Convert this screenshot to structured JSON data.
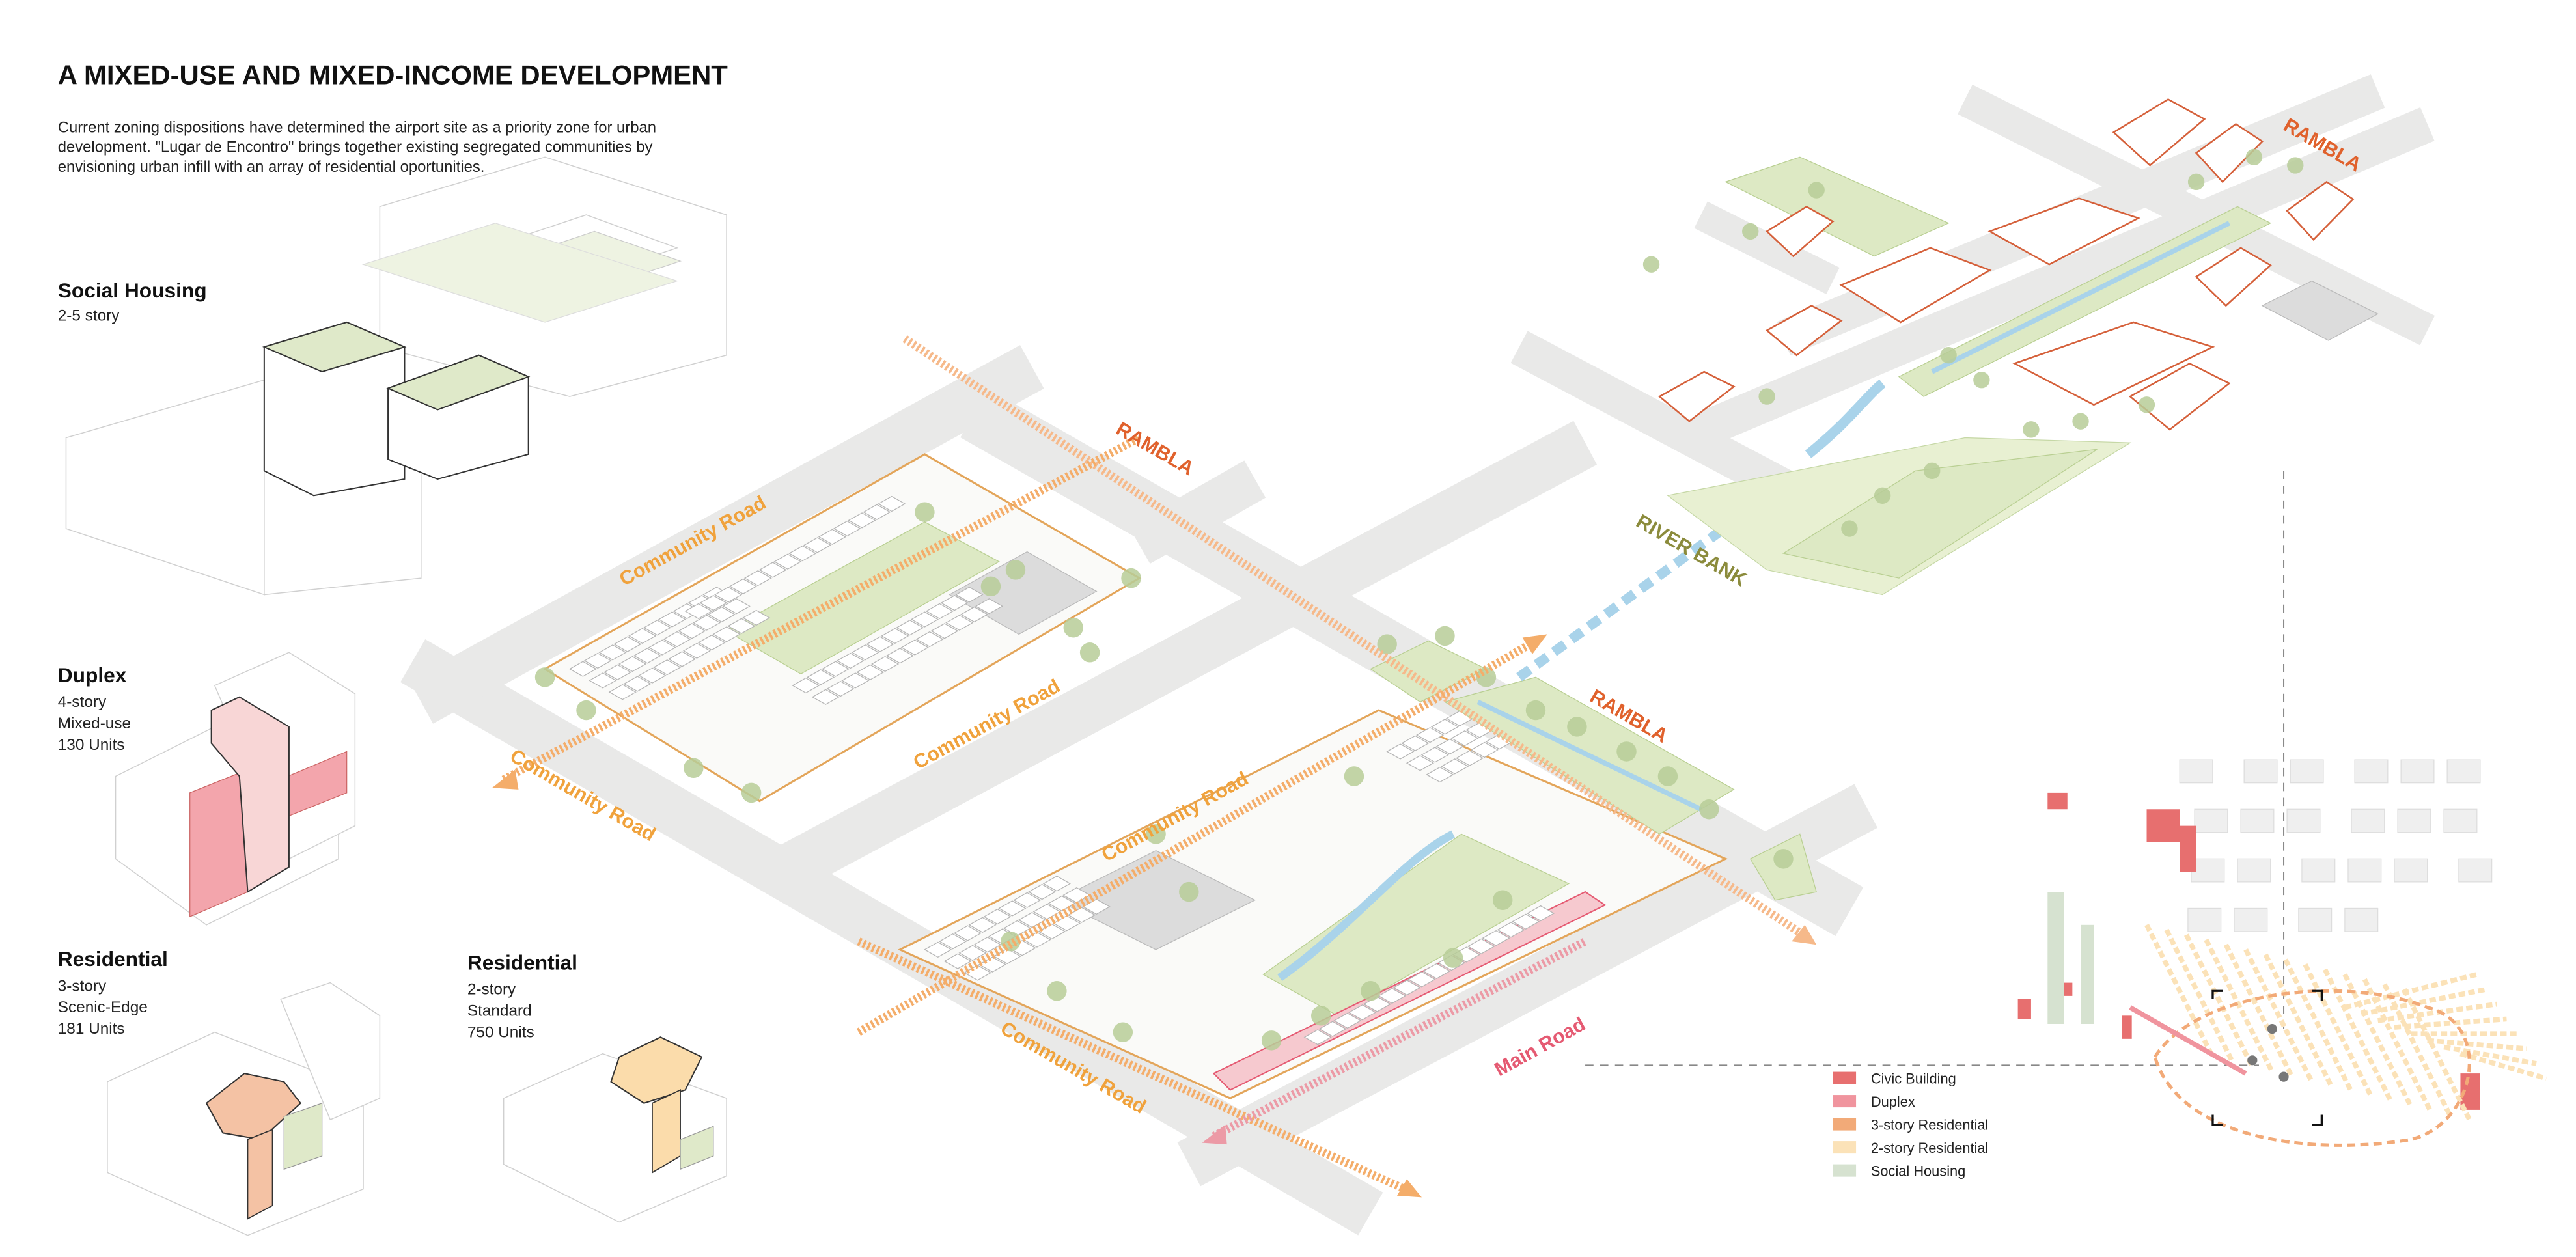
{
  "header": {
    "title": "A MIXED-USE AND MIXED-INCOME DEVELOPMENT",
    "description_lines": [
      "Current zoning dispositions have determined the airport site as a priority zone for urban",
      "development. \"Lugar de Encontro\"    brings together existing segregated communities by",
      "envisioning urban infill  with an array of residential oportunities."
    ]
  },
  "building_types": [
    {
      "name": "Social Housing",
      "details": [
        "2-5 story"
      ]
    },
    {
      "name": "Duplex",
      "details": [
        "4-story",
        "Mixed-use",
        "130 Units"
      ]
    },
    {
      "name": "Residential",
      "details": [
        "3-story",
        "Scenic-Edge",
        "181 Units"
      ]
    },
    {
      "name": "Residential",
      "details": [
        "2-story",
        "Standard",
        "750 Units"
      ]
    }
  ],
  "map_labels": {
    "community_road": "Community Road",
    "main_road": "Main Road",
    "rambla": "RAMBLA",
    "river_bank": "RIVER BANK"
  },
  "legend": [
    {
      "label": "Civic Building",
      "color": "#e76f6f"
    },
    {
      "label": "Duplex",
      "color": "#f0949e"
    },
    {
      "label": "3-story Residential",
      "color": "#f2aa78"
    },
    {
      "label": "2-story Residential",
      "color": "#fbe2b8"
    },
    {
      "label": "Social Housing",
      "color": "#d6e2d0"
    }
  ],
  "colors": {
    "community_road": "#f0a23c",
    "main_road": "#e55a72",
    "rambla": "#e0612c",
    "river_bank": "#8b8b3c",
    "park": "#dde9c4",
    "water": "#a9d3ea"
  }
}
